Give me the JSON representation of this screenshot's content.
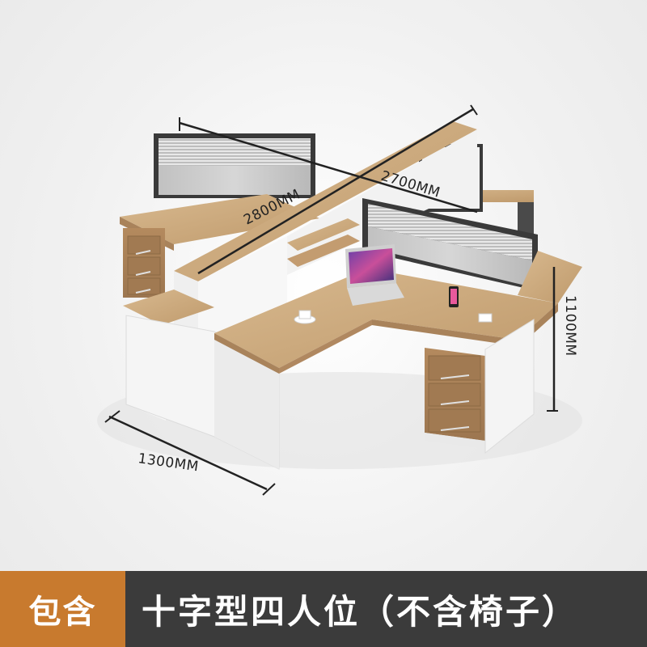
{
  "dimensions": {
    "length_a": "2800MM",
    "length_b": "2700MM",
    "height": "1100MM",
    "depth": "1300MM"
  },
  "banner": {
    "tag": "包含",
    "description": "十字型四人位（不含椅子）"
  },
  "colors": {
    "wood": "#c9a57a",
    "white_panel": "#f4f4f4",
    "frame": "#3a3a3a",
    "banner_tag": "#c87a2e",
    "banner_body": "#3b3b3b"
  }
}
